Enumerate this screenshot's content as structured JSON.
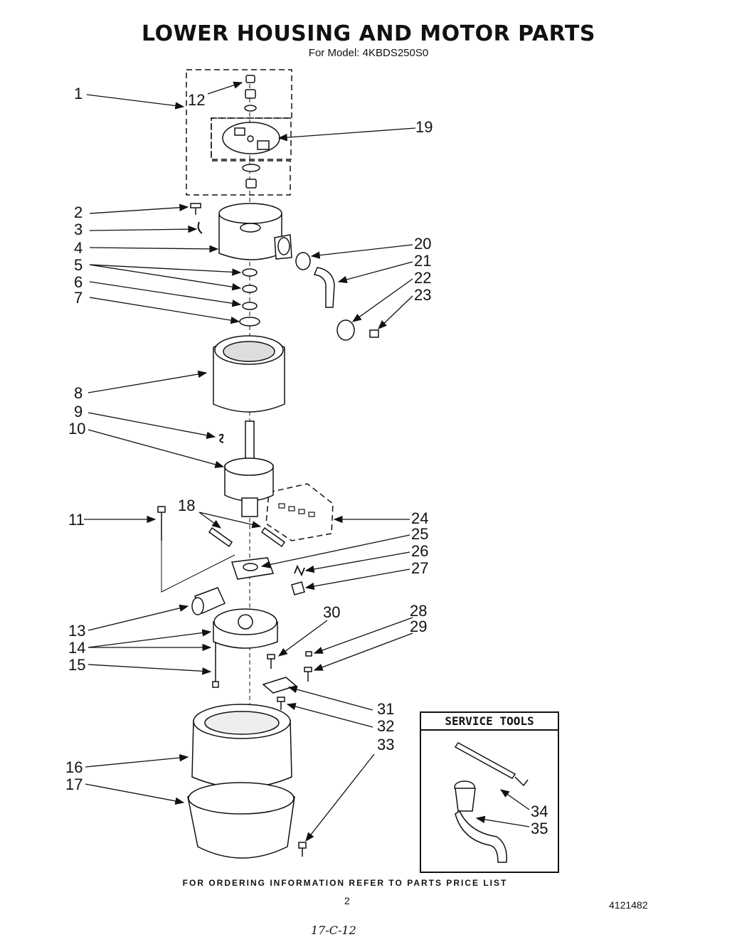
{
  "title": "LOWER HOUSING AND MOTOR PARTS",
  "subtitle": "For Model: 4KBDS250S0",
  "service_tools": {
    "title": "SERVICE TOOLS"
  },
  "footer": "FOR ORDERING INFORMATION REFER TO PARTS PRICE LIST",
  "page_number": "2",
  "doc_number": "4121482",
  "handwritten_note": "17-C-12",
  "callouts": [
    "1",
    "2",
    "3",
    "4",
    "5",
    "6",
    "7",
    "8",
    "9",
    "10",
    "11",
    "12",
    "13",
    "14",
    "15",
    "16",
    "17",
    "18",
    "19",
    "20",
    "21",
    "22",
    "23",
    "24",
    "25",
    "26",
    "27",
    "28",
    "29",
    "30",
    "31",
    "32",
    "33",
    "34",
    "35"
  ]
}
